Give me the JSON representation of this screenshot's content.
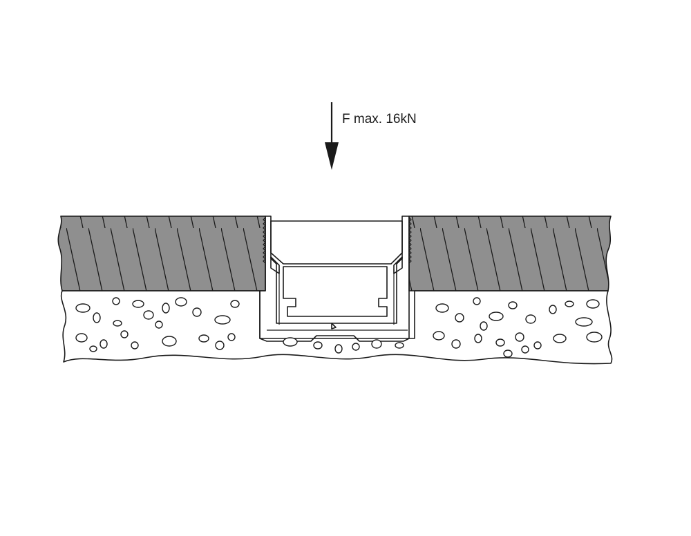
{
  "load": {
    "label": "F max. 16kN",
    "direction": "down"
  },
  "colors": {
    "line": "#1a1a1a",
    "surface_fill": "#8f8f8f",
    "background": "#ffffff"
  },
  "layers": [
    "paving-surface",
    "concrete-base"
  ],
  "icons": [
    "load-arrow-icon",
    "aggregate-stone-icon"
  ]
}
